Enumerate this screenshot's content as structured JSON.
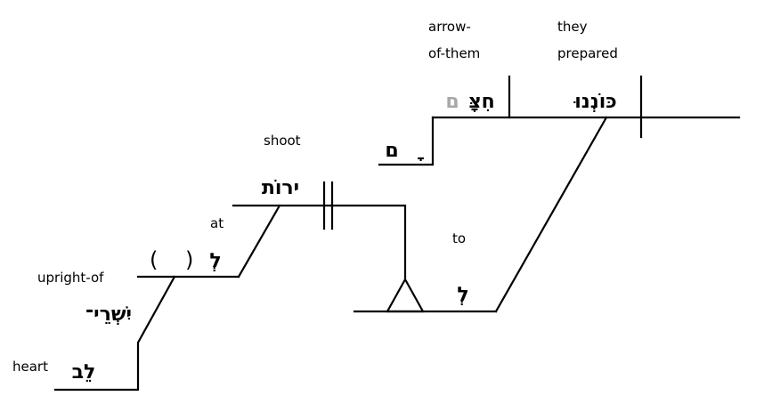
{
  "glosses": {
    "arrow_of_them_line1": "arrow-",
    "arrow_of_them_line2": "of-them",
    "they_prepared_line1": "they",
    "they_prepared_line2": "prepared",
    "shoot": "shoot",
    "at": "at",
    "to": "to",
    "upright_of": "upright-of",
    "heart": "heart"
  },
  "hebrew": {
    "they_prepared": "כּוֹנְנוּ",
    "arrow": "חִצָּ",
    "arrow_suffix": "ם",
    "suffix_mem": "ם",
    "suffix_vowel": "ָ",
    "shoot": "ירוֹת",
    "at": "לְ",
    "to": "לְ",
    "upright_of": "יִשְׁרֵי־",
    "heart": "לֵב"
  },
  "parens": {
    "open": "(",
    "close": ")"
  }
}
